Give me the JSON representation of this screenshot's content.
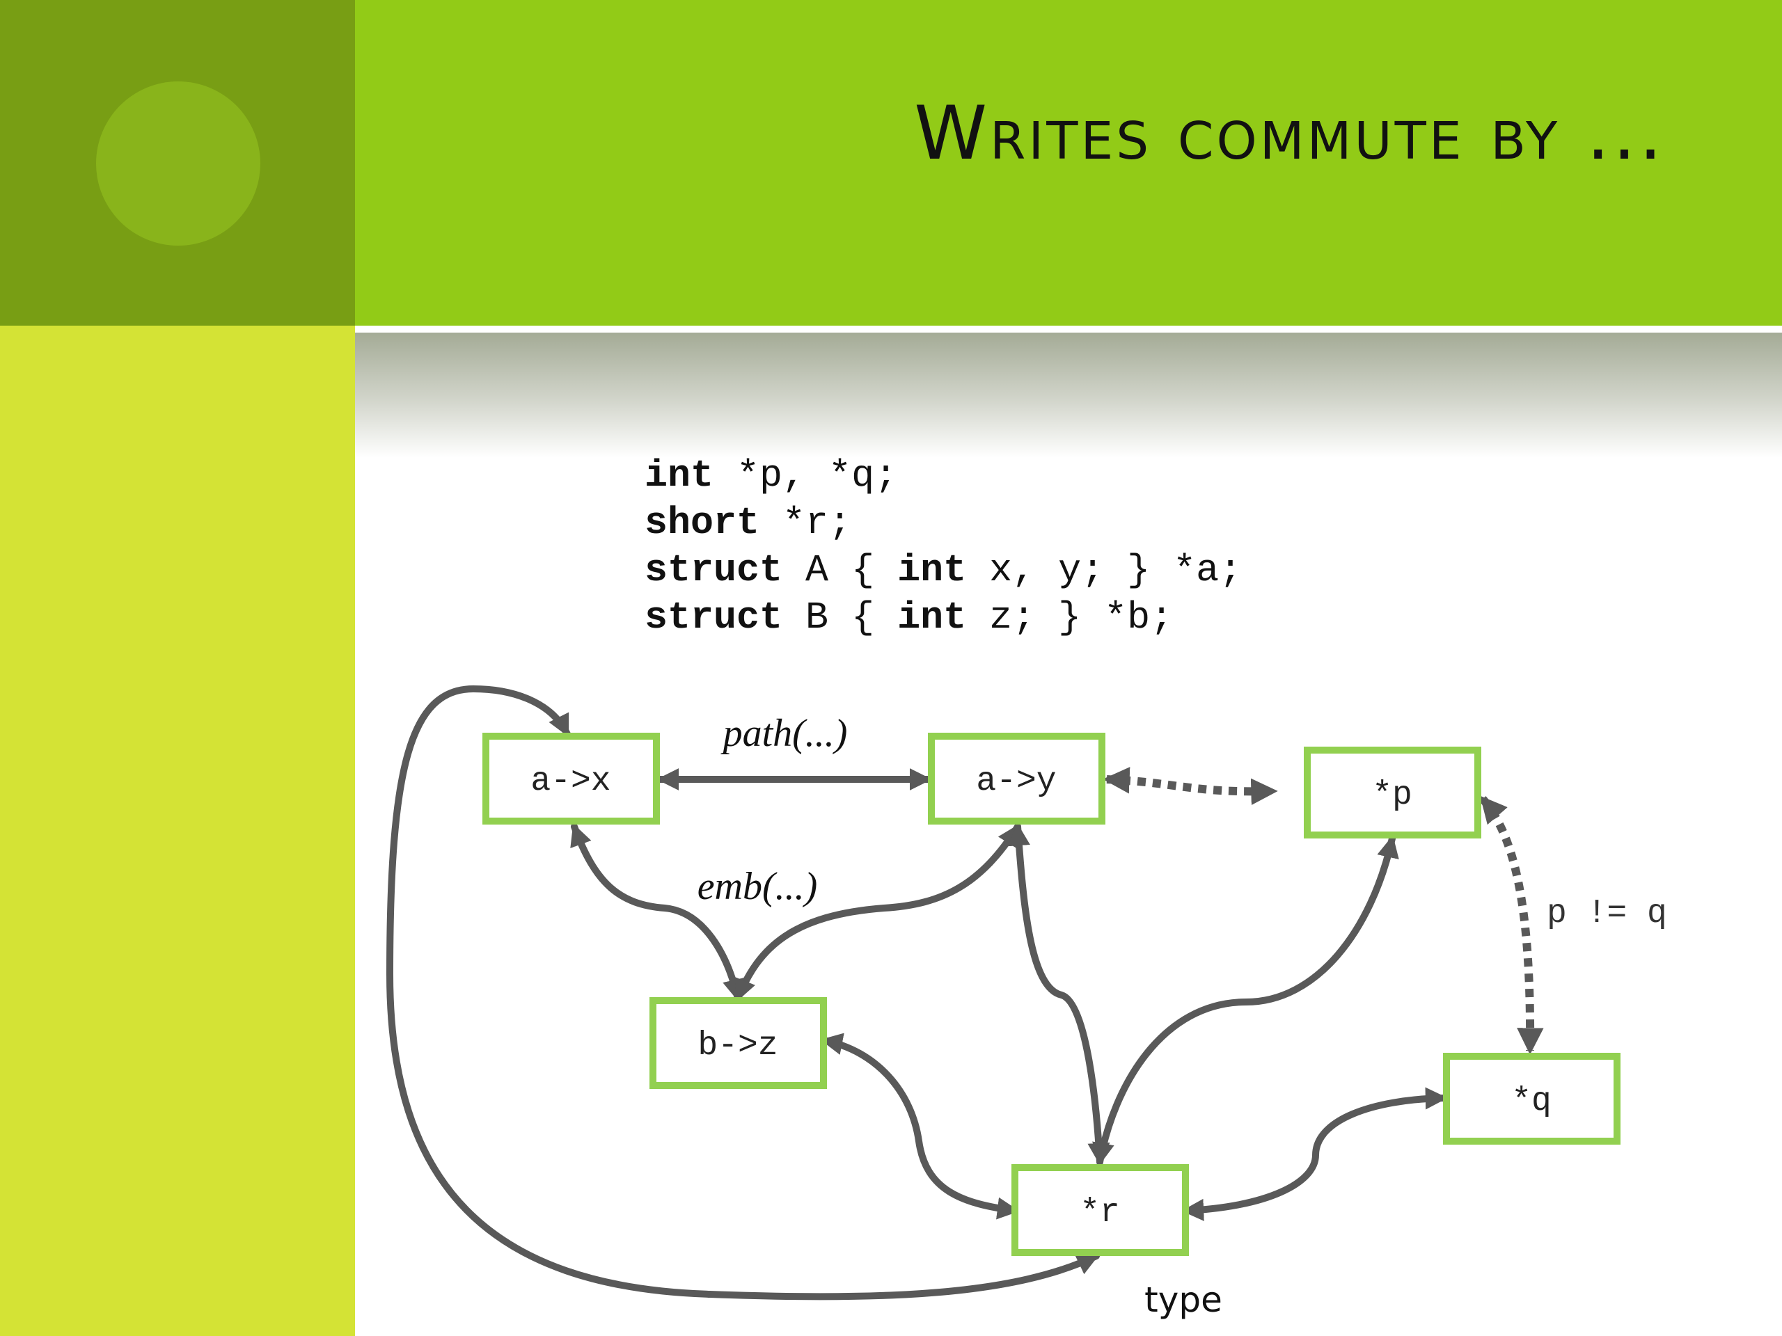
{
  "slide": {
    "title": "Writes commute by ...",
    "colors": {
      "title_bar": "#92cb17",
      "corner": "#789e14",
      "left_bar": "#d4e335",
      "node_border": "#92d050",
      "edge": "#595959"
    }
  },
  "code": {
    "lines": [
      [
        {
          "t": "int",
          "kw": true
        },
        {
          "t": " *p, *q;"
        }
      ],
      [
        {
          "t": "short",
          "kw": true
        },
        {
          "t": " *r;"
        }
      ],
      [
        {
          "t": "struct",
          "kw": true
        },
        {
          "t": " A { "
        },
        {
          "t": "int",
          "kw": true
        },
        {
          "t": " x, y; } *a;"
        }
      ],
      [
        {
          "t": "struct",
          "kw": true
        },
        {
          "t": " B { "
        },
        {
          "t": "int",
          "kw": true
        },
        {
          "t": " z; } *b;"
        }
      ]
    ]
  },
  "diagram": {
    "nodes": [
      {
        "id": "ax",
        "label": "a->x"
      },
      {
        "id": "ay",
        "label": "a->y"
      },
      {
        "id": "p",
        "label": "*p"
      },
      {
        "id": "bz",
        "label": "b->z"
      },
      {
        "id": "q",
        "label": "*q"
      },
      {
        "id": "r",
        "label": "*r"
      }
    ],
    "edges": [
      {
        "from": "ax",
        "to": "ay",
        "style": "solid",
        "label": "path(...)"
      },
      {
        "from": "ax",
        "to": "bz",
        "style": "solid",
        "label": "emb(...)"
      },
      {
        "from": "ay",
        "to": "bz",
        "style": "solid"
      },
      {
        "from": "ay",
        "to": "p",
        "style": "dotted"
      },
      {
        "from": "p",
        "to": "q",
        "style": "dotted",
        "label": "p != q"
      },
      {
        "from": "ay",
        "to": "r",
        "style": "solid"
      },
      {
        "from": "p",
        "to": "r",
        "style": "solid"
      },
      {
        "from": "bz",
        "to": "r",
        "style": "solid"
      },
      {
        "from": "q",
        "to": "r",
        "style": "solid"
      },
      {
        "from": "ax",
        "to": "r",
        "style": "solid",
        "label": "type"
      }
    ]
  }
}
